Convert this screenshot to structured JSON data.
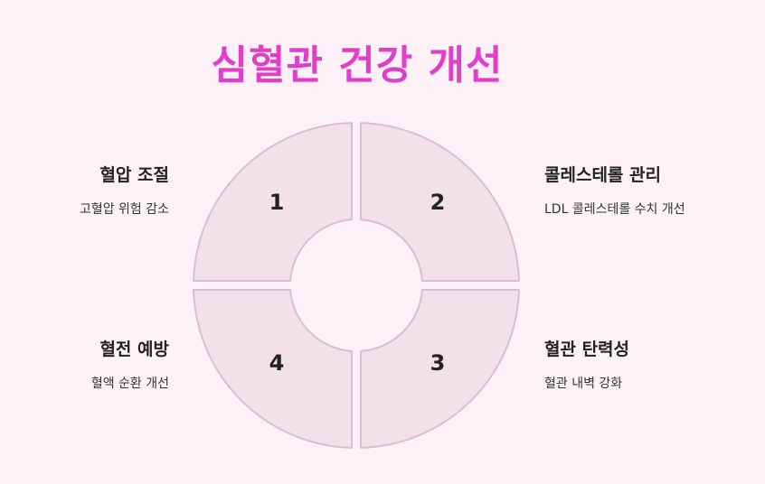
{
  "title": "심혈관 건강 개선",
  "colors": {
    "background": "#fdf1f8",
    "title": "#e13fc9",
    "segment_fill": "#f3e1ea",
    "segment_stroke": "#d6c0cb"
  },
  "segments": [
    {
      "number": "1",
      "title": "혈압 조절",
      "description": "고혈압 위험 감소"
    },
    {
      "number": "2",
      "title": "콜레스테롤 관리",
      "description": "LDL 콜레스테롤 수치 개선"
    },
    {
      "number": "3",
      "title": "혈관 탄력성",
      "description": "혈관 내벽 강화"
    },
    {
      "number": "4",
      "title": "혈전 예방",
      "description": "혈액 순환 개선"
    }
  ]
}
